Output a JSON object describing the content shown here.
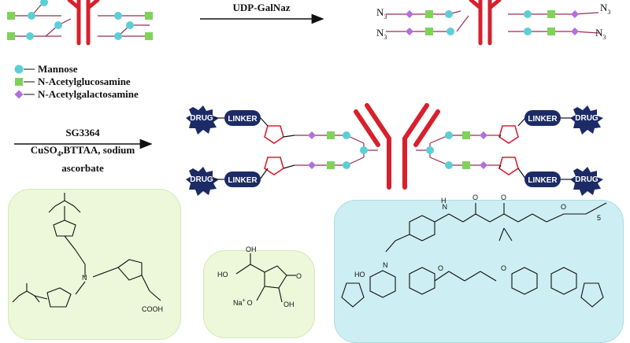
{
  "reaction1": {
    "reagent": "UDP-GalNaz"
  },
  "reaction2": {
    "line1": "SG3364",
    "line2_pre": "CuSO",
    "line2_sub": "4",
    "line2_post": ",BTTAA, sodium",
    "line3": "ascorbate"
  },
  "legend": {
    "items": [
      {
        "label": "Mannose",
        "shape": "circle",
        "color": "#5ccfd6"
      },
      {
        "label": "N-Acetylglucosamine",
        "shape": "square",
        "color": "#7fd35a"
      },
      {
        "label": "N-Acetylgalactosamine",
        "shape": "diamond",
        "color": "#b36ee0"
      }
    ]
  },
  "badges": {
    "drug": "DRUG",
    "linker": "LINKER"
  },
  "azide": {
    "n": "N",
    "sub": "3"
  },
  "chem": {
    "cooh": "COOH",
    "oh": "OH",
    "ho": "HO",
    "o": "O",
    "na": "Na",
    "plus": "+",
    "minus": "−",
    "n": "N",
    "h": "H",
    "five": "5"
  },
  "colors": {
    "antibody": "#d8202c",
    "glycan_line": "#9a2d52",
    "mannose": "#5ccfd6",
    "glcnac": "#7fd35a",
    "galnac": "#b36ee0",
    "badge": "#1c2b66",
    "triazole": "#d8202c"
  }
}
